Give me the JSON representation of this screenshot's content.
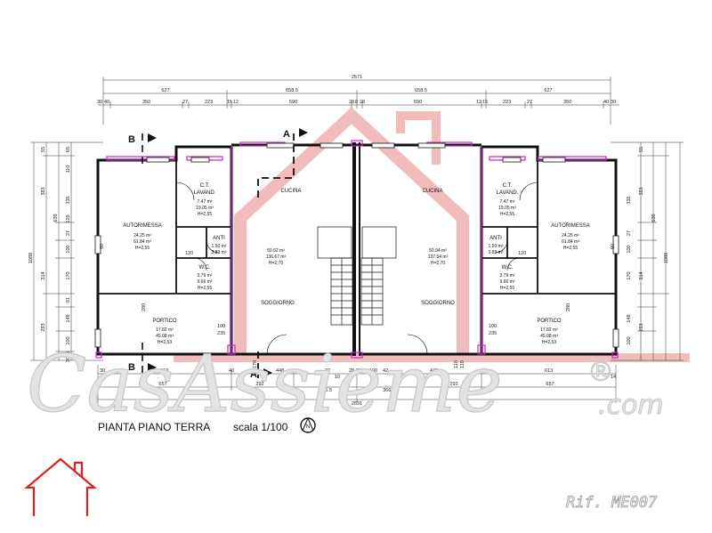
{
  "dimensions": {
    "total_top": "2571",
    "top_segments": [
      "627",
      "658.5",
      "658.5",
      "627"
    ],
    "top_detail": [
      "30",
      "40",
      "350",
      "27",
      "223",
      "15",
      "12",
      "590",
      "28",
      "8",
      "28",
      "590",
      "12",
      "15",
      "223",
      "27",
      "350",
      "40",
      "30"
    ],
    "total_bottom": "2631",
    "bottom_segments": [
      "657",
      "292",
      "366.5",
      "366.5",
      "292",
      "657"
    ],
    "bottom_detail": [
      "30",
      "613",
      "40",
      "448",
      "32",
      "10",
      "28",
      "28",
      "100",
      "42",
      "448",
      "40",
      "613",
      "14"
    ],
    "left_total": "1088",
    "left_mid": "639",
    "left_sub": [
      "55",
      "383",
      "314",
      "293"
    ],
    "left_detail": [
      "65",
      "110",
      "335",
      "125",
      "27",
      "100",
      "170",
      "91",
      "148",
      "100",
      "14",
      "30"
    ],
    "interior": [
      "120",
      "280",
      "100",
      "235",
      "170",
      "110",
      "110",
      "90",
      "90"
    ]
  },
  "rooms": {
    "autorimessa": {
      "name": "AUTORIMESSA",
      "area": "24.25 m²",
      "volume": "61.84 m³",
      "height": "H=2,55"
    },
    "ct_lavand": {
      "name": "C.T.",
      "name2": "LAVAND.",
      "area": "7.47 m²",
      "volume": "19.05 m³",
      "height": "H=2,55"
    },
    "anti": {
      "name": "ANTI",
      "area": "1.50 m²",
      "volume": "3.83 m³"
    },
    "wc": {
      "name": "W.C.",
      "area": "3.79 m²",
      "volume": "9.66 m³",
      "height": "H=2,55"
    },
    "portico": {
      "name": "PORTICO",
      "area": "17.82 m²",
      "volume": "45.08 m³",
      "height": "H=2,53"
    },
    "cucina": {
      "name": "CUCINA"
    },
    "soggiorno": {
      "name": "SOGGIORNO"
    },
    "living_left": {
      "area": "50.62 m²",
      "volume": "136.67 m³",
      "height": "H=2,70"
    },
    "living_right": {
      "area": "50.94 m²",
      "volume": "137.54 m³",
      "height": "H=2,70"
    }
  },
  "section_marks": {
    "b": "B",
    "a": "A"
  },
  "title": "PIANTA PIANO TERRA",
  "scale": "scala 1/100",
  "north": "N",
  "watermark": "CasAssieme",
  "watermark_reg": "®",
  "watermark_domain": ".com",
  "reference": "Rif. ME007",
  "colors": {
    "walls": "#111111",
    "accent": "#d020d0",
    "house_red": "#e02020",
    "watermark": "#d0d0d0"
  },
  "icons": [
    "house-outline-icon",
    "north-arrow-icon",
    "house-watermark-icon"
  ]
}
